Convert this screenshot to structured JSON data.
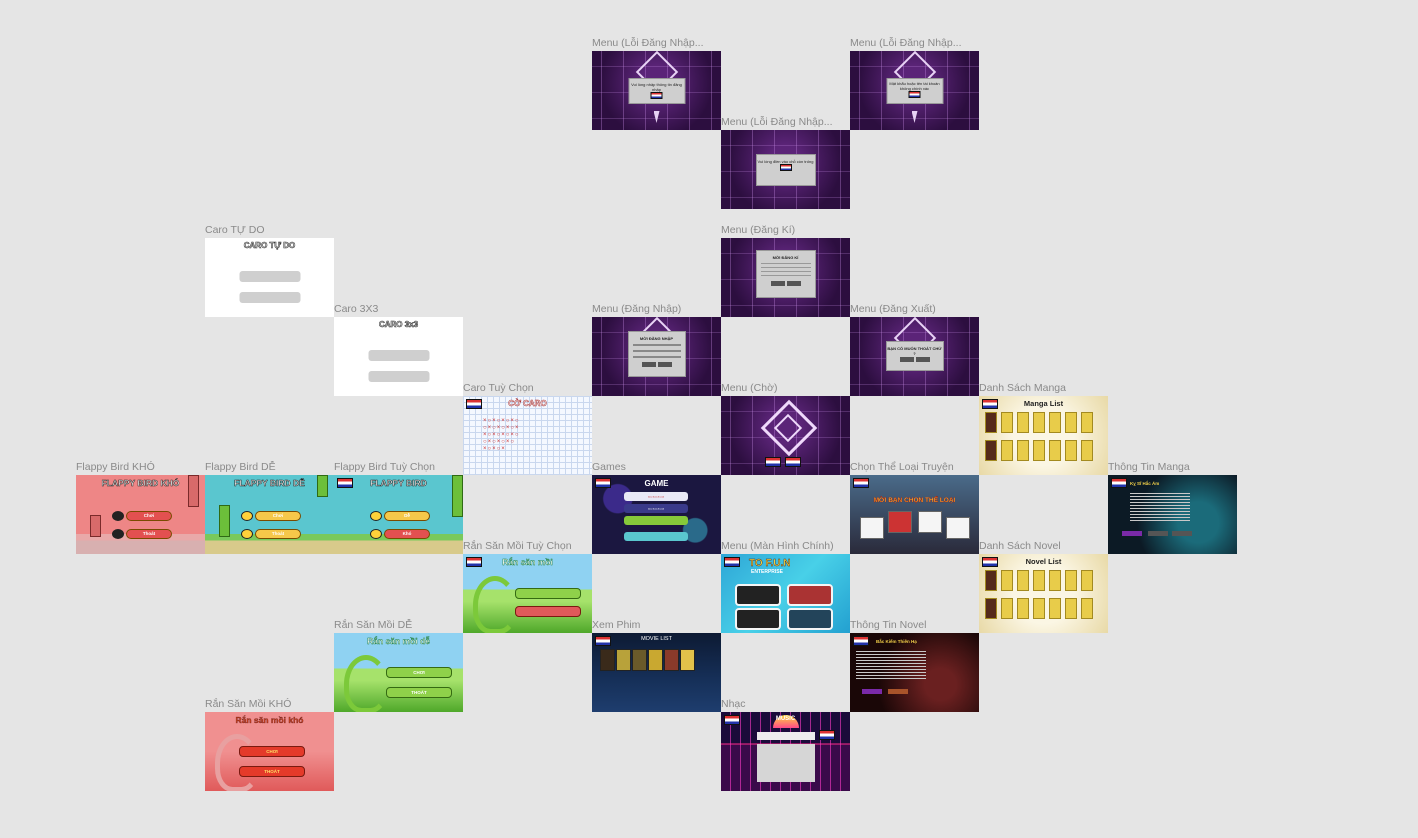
{
  "frames": {
    "menu_login_error1": {
      "label": "Menu (Lỗi Đăng Nhập...",
      "dialog": "Vui lòng nhập thông tin đăng nhập"
    },
    "menu_login_error2": {
      "label": "Menu (Lỗi Đăng Nhập...",
      "dialog": "Vui lòng điền vào chỗ còn trống"
    },
    "menu_login_error3": {
      "label": "Menu (Lỗi Đăng Nhập...",
      "dialog": "Mật khẩu hoặc tên tài khoản không chính xác"
    },
    "caro_free": {
      "label": "Caro TỰ DO",
      "title": "CARO TỰ DO"
    },
    "menu_register": {
      "label": "Menu (Đăng Kí)",
      "dialog_title": "MỜI ĐĂNG KÍ"
    },
    "caro_3x3": {
      "label": "Caro 3X3",
      "title": "CARO 3x3"
    },
    "menu_login": {
      "label": "Menu (Đăng Nhập)",
      "dialog_title": "MỜI ĐĂNG NHẬP"
    },
    "menu_logout": {
      "label": "Menu (Đăng Xuất)",
      "dialog_title": "BẠN CÓ MUỐN THOÁT CHỨ ?"
    },
    "caro_choose": {
      "label": "Caro Tuỳ Chọn",
      "title": "CỜ CARO"
    },
    "menu_wait": {
      "label": "Menu (Chờ)"
    },
    "manga_list": {
      "label": "Danh Sách Manga",
      "title": "Manga List"
    },
    "flappy_hard": {
      "label": "Flappy Bird KHÓ",
      "title": "FLAPPY BIRD KHÓ",
      "btn1": "Chơi",
      "btn2": "Thoát"
    },
    "flappy_easy": {
      "label": "Flappy Bird DỄ",
      "title": "FLAPPY BIRD DỄ",
      "btn1": "Chơi",
      "btn2": "Thoát"
    },
    "flappy_choose": {
      "label": "Flappy Bird Tuỳ Chọn",
      "title": "FLAPPY BIRD",
      "btn1": "Dễ",
      "btn2": "Khó"
    },
    "games": {
      "label": "Games",
      "title": "GAME"
    },
    "genre": {
      "label": "Chọn Thể Loại Truyện",
      "title": "MỜI BẠN CHỌN THỂ LOẠI"
    },
    "manga_info": {
      "label": "Thông Tin Manga",
      "title": "Kỵ Sĩ Hắc Ám"
    },
    "snake_choose": {
      "label": "Rắn Săn Mồi Tuỳ Chọn",
      "title": "Rắn săn mồi"
    },
    "main_menu": {
      "label": "Menu (Màn Hình Chính)",
      "title": "TO F.U.N",
      "subtitle": "ENTERPRISE"
    },
    "novel_list": {
      "label": "Danh Sách Novel",
      "title": "Novel List"
    },
    "snake_easy": {
      "label": "Rắn Săn Mồi DỄ",
      "title": "Rắn săn mồi dễ",
      "btn1": "CHƠI",
      "btn2": "THOÁT"
    },
    "movies": {
      "label": "Xem Phim",
      "title": "MOVIE LIST"
    },
    "novel_info": {
      "label": "Thông Tin Novel",
      "title": "Bắc Kiếm Thiên Hạ"
    },
    "snake_hard": {
      "label": "Rắn Săn Mồi KHÓ",
      "title": "Rắn săn mồi khó",
      "btn1": "CHƠI",
      "btn2": "THOÁT"
    },
    "music": {
      "label": "Nhạc",
      "title": "MUSIC"
    }
  },
  "colors": {
    "canvas": "#e5e5e5",
    "label": "#8a8a8a",
    "menu_purple": "#3a1550"
  }
}
